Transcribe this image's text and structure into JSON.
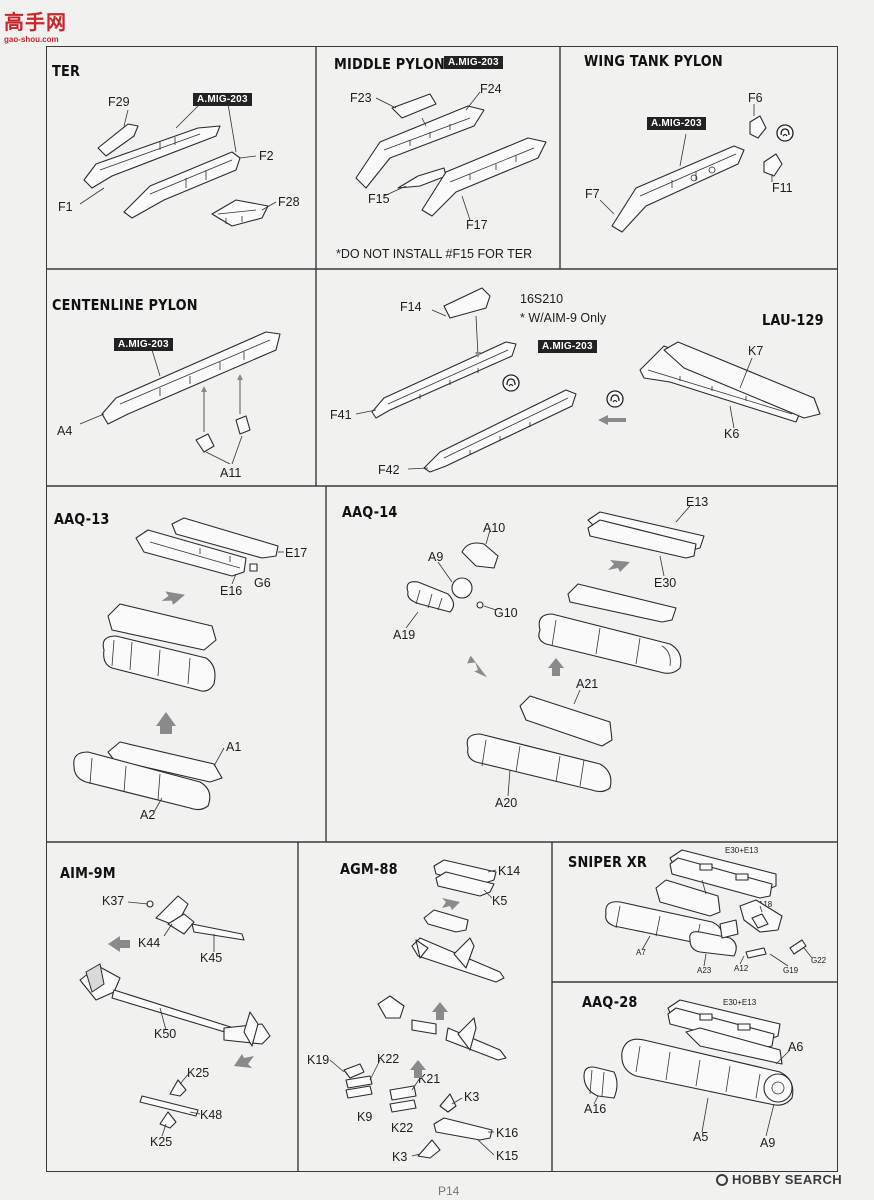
{
  "watermark": {
    "site_name": "高手网",
    "site_url": "gao-shou.com"
  },
  "page_number": "P14",
  "footer_brand": "HOBBY SEARCH",
  "panels": {
    "ter": {
      "title": "TER",
      "tag": "A.MIG-203",
      "labels": [
        "F29",
        "F2",
        "F1",
        "F28"
      ]
    },
    "middle_pylon": {
      "title": "MIDDLE PYLON",
      "tag": "A.MIG-203",
      "labels": [
        "F23",
        "F24",
        "F15",
        "F17"
      ],
      "note": "*DO NOT INSTALL #F15 FOR TER"
    },
    "wing_tank_pylon": {
      "title": "WING TANK PYLON",
      "tag": "A.MIG-203",
      "labels": [
        "F6",
        "F7",
        "F11"
      ]
    },
    "centerline_pylon": {
      "title": "CENTENLINE PYLON",
      "tag": "A.MIG-203",
      "labels": [
        "A4",
        "A11"
      ]
    },
    "lau_129": {
      "title": "LAU-129",
      "tag": "A.MIG-203",
      "labels": [
        "F14",
        "F41",
        "F42",
        "K7",
        "K6"
      ],
      "note_line1": "16S210",
      "note_line2": "* W/AIM-9 Only"
    },
    "aaq_13": {
      "title": "AAQ-13",
      "labels": [
        "E17",
        "E16",
        "G6",
        "A1",
        "A2"
      ]
    },
    "aaq_14": {
      "title": "AAQ-14",
      "labels": [
        "A10",
        "A9",
        "A19",
        "G10",
        "E13",
        "E30",
        "A21",
        "A20"
      ]
    },
    "aim_9m": {
      "title": "AIM-9M",
      "labels": [
        "K37",
        "K44",
        "K45",
        "K50",
        "K25",
        "K48",
        "K25"
      ]
    },
    "agm_88": {
      "title": "AGM-88",
      "labels": [
        "K14",
        "K5",
        "K19",
        "K22",
        "K9",
        "K21",
        "K22",
        "K3",
        "K16",
        "K3",
        "K15"
      ]
    },
    "sniper_xr": {
      "title": "SNIPER XR",
      "labels": [
        "E30+E13",
        "A3",
        "A18",
        "A7",
        "A23",
        "A12",
        "G19",
        "G22"
      ]
    },
    "aaq_28": {
      "title": "AAQ-28",
      "labels": [
        "E30+E13",
        "A6",
        "A16",
        "A5",
        "A9"
      ]
    }
  },
  "icons": {
    "glue": "glue-icon",
    "arrow": "assembly-arrow-icon",
    "logo": "hobby-search-logo-icon"
  }
}
